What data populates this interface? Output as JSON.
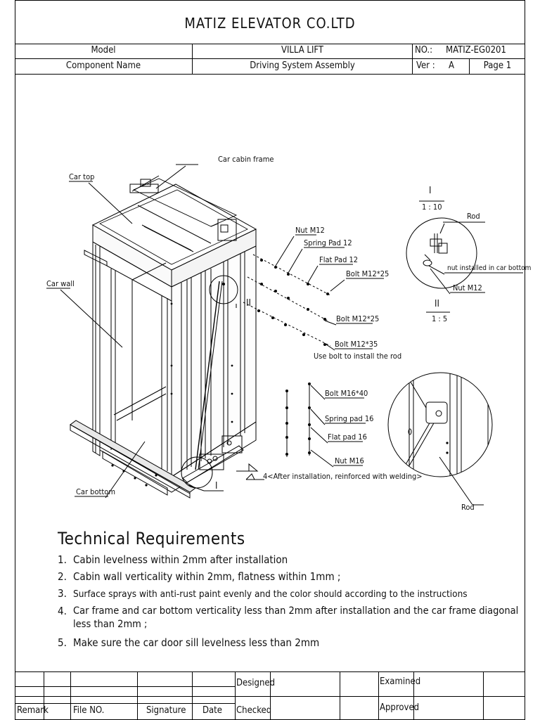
{
  "header": {
    "company": "MATIZ ELEVATOR CO.LTD",
    "model_label": "Model",
    "model_value": "VILLA LIFT",
    "no_label": "NO.:",
    "no_value": "MATIZ-EG0201",
    "component_label": "Component Name",
    "component_value": "Driving System Assembly",
    "ver_label": "Ver :",
    "ver_value": "A",
    "page": "Page 1"
  },
  "labels": {
    "car_cabin_frame": "Car cabin frame",
    "car_top": "Car top",
    "car_wall": "Car wall",
    "car_bottom": "Car bottom",
    "nut_m12": "Nut M12",
    "spring_pad_12": "Spring Pad 12",
    "flat_pad_12": "Flat Pad 12",
    "bolt_m12_25_a": "Bolt M12*25",
    "bolt_m12_25_b": "Bolt M12*25",
    "bolt_m12_35": "Bolt M12*35",
    "use_bolt": "Use bolt to install the rod",
    "bolt_m16_40": "Bolt M16*40",
    "spring_pad_16": "Spring pad 16",
    "flat_pad_16": "Flat pad 16",
    "nut_m16": "Nut M16",
    "weld_note": "4<After installation,  reinforced with welding>",
    "marker_i": "I",
    "marker_ii": "II",
    "detail_i_title": "I",
    "detail_i_scale": "1 : 10",
    "detail_i_rod": "Rod",
    "detail_i_nut_note": "nut installed in car bottom",
    "detail_i_nut": "Nut M12",
    "detail_ii_title": "II",
    "detail_ii_scale": "1 : 5",
    "detail_ii_rod": "Rod"
  },
  "requirements": {
    "title": "Technical Requirements",
    "items": [
      {
        "n": "1.",
        "text": "Cabin levelness within 2mm after installation"
      },
      {
        "n": "2.",
        "text": "Cabin wall verticality within 2mm, flatness within 1mm ;"
      },
      {
        "n": "3.",
        "text": "Surface sprays with anti-rust paint evenly and the color should according to the instructions"
      },
      {
        "n": "4.",
        "text": "Car frame and car bottom verticality less than 2mm after installation and the car frame diagonal less than 2mm ;"
      },
      {
        "n": "5.",
        "text": "Make sure the car door sill levelness less than 2mm"
      }
    ]
  },
  "footer": {
    "remark": "Remark",
    "file_no": "File NO.",
    "signature": "Signature",
    "date": "Date",
    "designed": "Designed",
    "checked": "Checked",
    "examined": "Examined",
    "approved": "Approved"
  }
}
